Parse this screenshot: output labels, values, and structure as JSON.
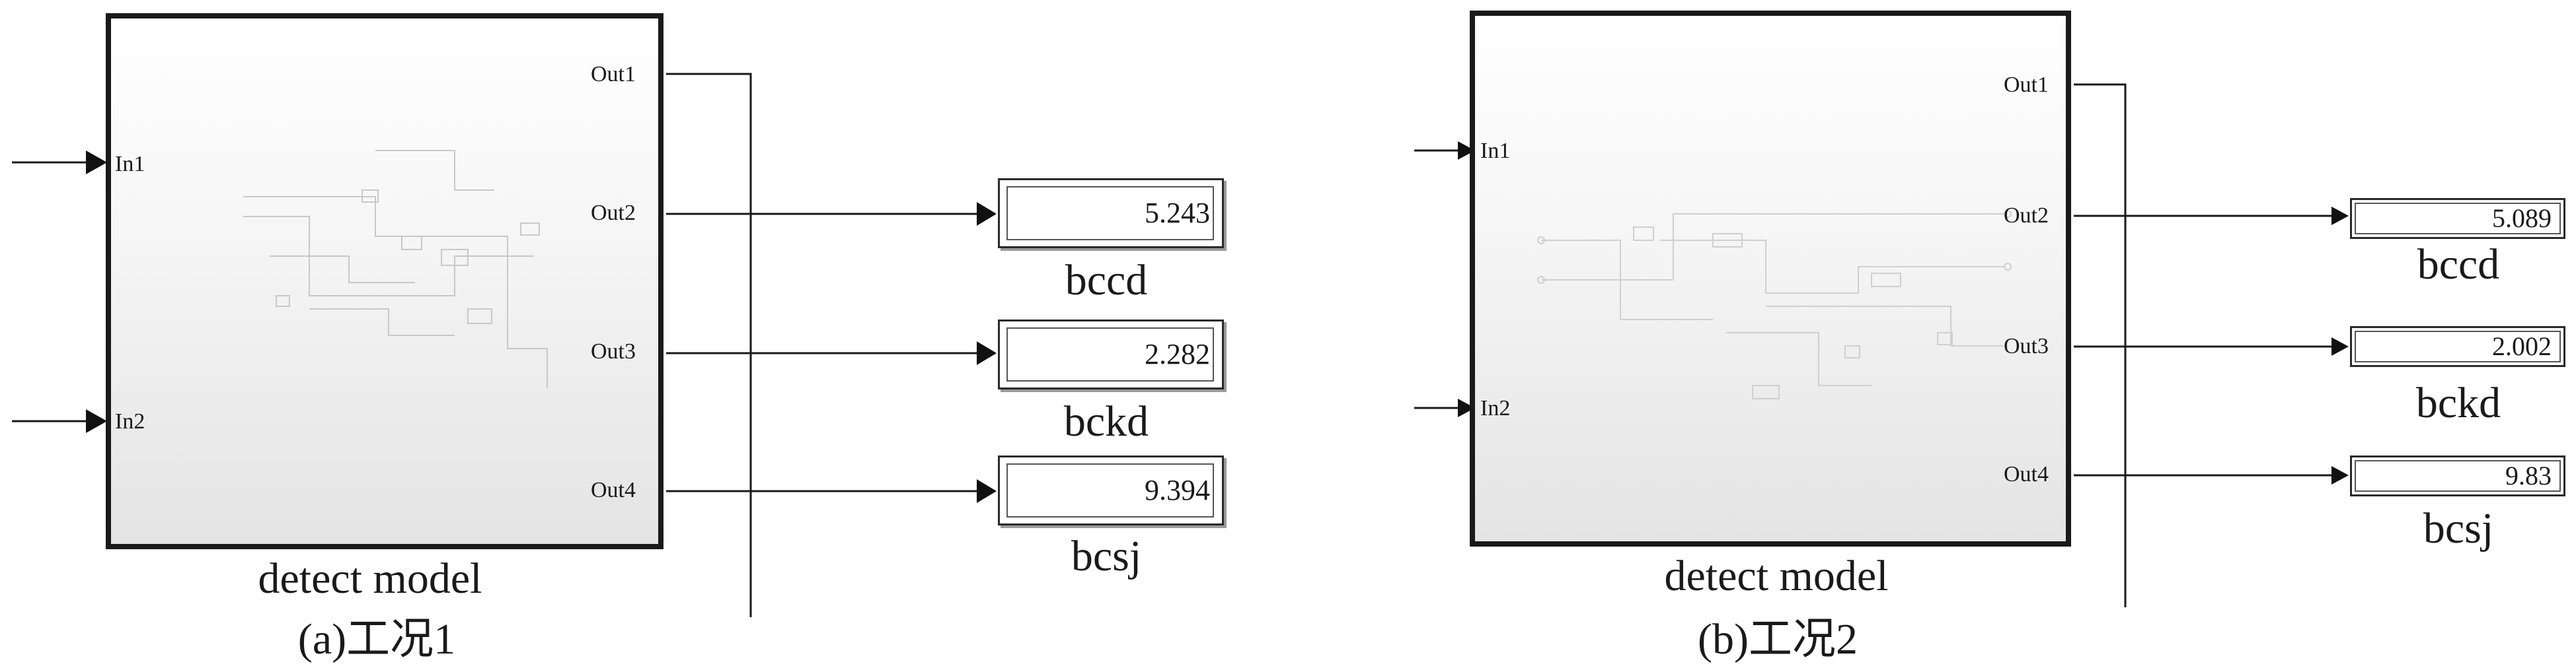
{
  "panel_a": {
    "block": {
      "name": "detect model",
      "inputs": [
        "In1",
        "In2"
      ],
      "outputs": [
        "Out1",
        "Out2",
        "Out3",
        "Out4"
      ]
    },
    "displays": [
      {
        "value": "5.243",
        "label": "bccd"
      },
      {
        "value": "2.282",
        "label": "bckd"
      },
      {
        "value": "9.394",
        "label": "bcsj"
      }
    ],
    "caption": "(a)工况1"
  },
  "panel_b": {
    "block": {
      "name": "detect model",
      "inputs": [
        "In1",
        "In2"
      ],
      "outputs": [
        "Out1",
        "Out2",
        "Out3",
        "Out4"
      ]
    },
    "displays": [
      {
        "value": "5.089",
        "label": "bccd"
      },
      {
        "value": "2.002",
        "label": "bckd"
      },
      {
        "value": "9.83",
        "label": "bcsj"
      }
    ],
    "caption": "(b)工况2"
  }
}
